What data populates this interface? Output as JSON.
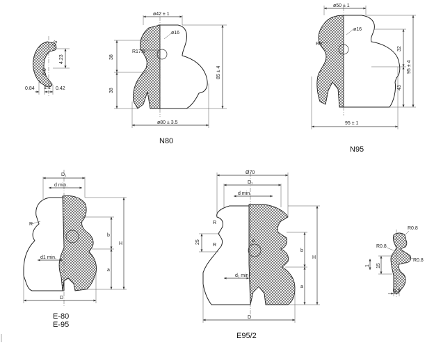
{
  "diagram": {
    "clip_small": {
      "d1": "0.84",
      "d2": "1.1",
      "d3": "0.42",
      "d4": "4.23",
      "d5": "1.5",
      "d6": "0.6"
    },
    "n80": {
      "caption": "N80",
      "top_dia": "ø42 ± 1",
      "hole": "ø16",
      "radius": "R17.5",
      "h_upper": "38",
      "h_lower": "38",
      "height": "85 ± 4",
      "base_dia": "ø80 ± 3.5"
    },
    "n95": {
      "caption": "N95",
      "top_dia": "ø50 ± 1",
      "hole": "ø16",
      "radius": "R8",
      "h_upper": "32",
      "h_lower": "43",
      "height": "95 ± 4",
      "width": "95 ± 1"
    },
    "e80": {
      "caption_a": "E-80",
      "caption_b": "E-95",
      "d1_label": "D₁",
      "dmin": "d min.",
      "radius": "R",
      "b": "b",
      "H": "H",
      "a": "a",
      "d1min": "d1 min.",
      "D": "D"
    },
    "e95": {
      "caption": "E95/2",
      "dia70": "Ø70",
      "d1_label": "D₁",
      "dmin": "d min.",
      "r_top": "R",
      "r_mid": "R",
      "v25": "25",
      "A": "A",
      "b": "b",
      "H": "H",
      "a": "a",
      "d1min": "d₁ min.",
      "D": "D"
    },
    "clip_right": {
      "r_top": "R0.8",
      "r_mid": "R0.8",
      "r_low": "R0.8",
      "v15": "15",
      "v1": "1",
      "v15b": "1.5"
    }
  }
}
